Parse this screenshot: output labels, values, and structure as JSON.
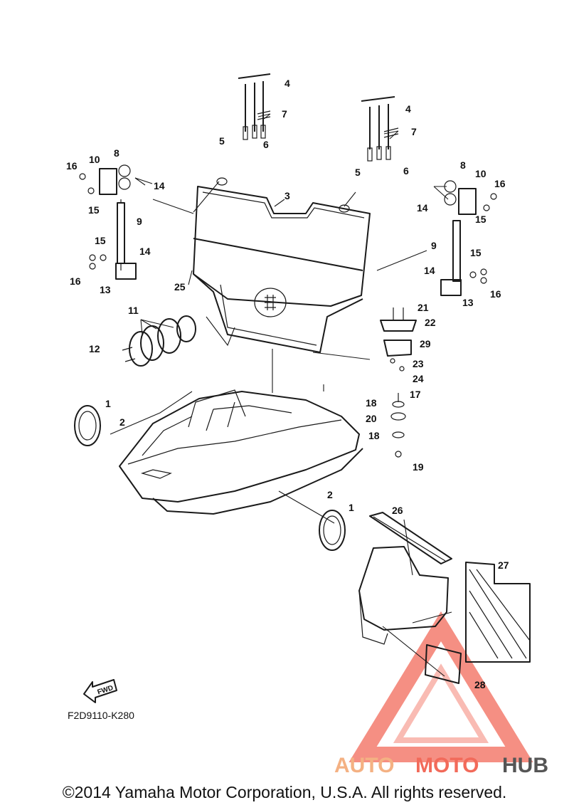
{
  "diagram": {
    "part_numbers": [
      "1",
      "2",
      "3",
      "4",
      "5",
      "6",
      "7",
      "8",
      "9",
      "10",
      "11",
      "12",
      "13",
      "14",
      "15",
      "16",
      "17",
      "18",
      "19",
      "20",
      "21",
      "22",
      "23",
      "24",
      "25",
      "26",
      "27",
      "28",
      "29"
    ],
    "fwd_label": "FWD",
    "drawing_code": "F2D9110-K280"
  },
  "watermark": {
    "part1": "AUTO",
    "part2": "MOTO",
    "part3": "HUB",
    "colors": {
      "primary": "#f26a5a",
      "secondary": "#f4b183",
      "dark": "#555555"
    }
  },
  "footer": {
    "copyright": "©2014 Yamaha Motor Corporation, U.S.A. All rights reserved."
  }
}
